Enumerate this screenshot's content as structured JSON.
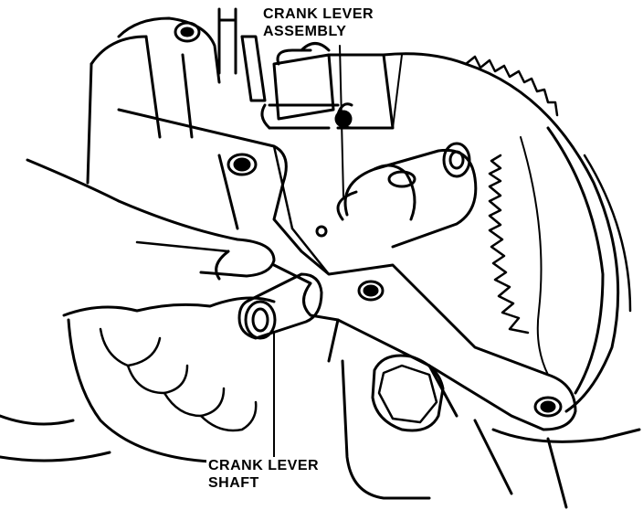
{
  "labels": {
    "crank_lever_assembly": {
      "line1": "CRANK LEVER",
      "line2": "ASSEMBLY"
    },
    "crank_lever_shaft": {
      "line1": "CRANK LEVER",
      "line2": "SHAFT"
    }
  },
  "colors": {
    "ink": "#000000",
    "paper": "#ffffff"
  }
}
